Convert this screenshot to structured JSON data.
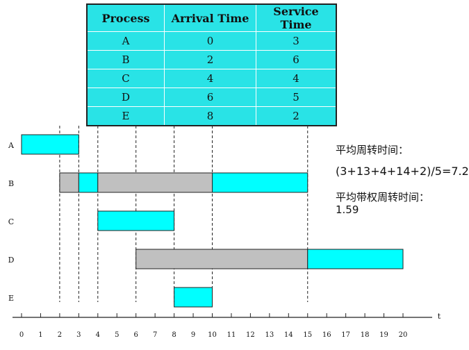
{
  "table": {
    "headers": [
      "Process",
      "Arrival Time",
      "Service Time"
    ],
    "rows": [
      [
        "A",
        "0",
        "3"
      ],
      [
        "B",
        "2",
        "6"
      ],
      [
        "C",
        "4",
        "4"
      ],
      [
        "D",
        "6",
        "5"
      ],
      [
        "E",
        "8",
        "2"
      ]
    ]
  },
  "timeline": {
    "axis_label": "t",
    "ticks": [
      "0",
      "1",
      "2",
      "3",
      "4",
      "5",
      "6",
      "7",
      "8",
      "9",
      "10",
      "11",
      "12",
      "13",
      "14",
      "15",
      "16",
      "17",
      "18",
      "19",
      "20"
    ],
    "dashed_marks": [
      2,
      3,
      4,
      6,
      8,
      10,
      15
    ]
  },
  "processes": [
    {
      "name": "A",
      "segments": [
        {
          "start": 0,
          "end": 3,
          "state": "running"
        }
      ]
    },
    {
      "name": "B",
      "segments": [
        {
          "start": 2,
          "end": 3,
          "state": "waiting"
        },
        {
          "start": 3,
          "end": 4,
          "state": "running"
        },
        {
          "start": 4,
          "end": 10,
          "state": "waiting"
        },
        {
          "start": 10,
          "end": 15,
          "state": "running"
        }
      ]
    },
    {
      "name": "C",
      "segments": [
        {
          "start": 4,
          "end": 8,
          "state": "running"
        }
      ]
    },
    {
      "name": "D",
      "segments": [
        {
          "start": 6,
          "end": 15,
          "state": "waiting"
        },
        {
          "start": 15,
          "end": 20,
          "state": "running"
        }
      ]
    },
    {
      "name": "E",
      "segments": [
        {
          "start": 8,
          "end": 10,
          "state": "running"
        }
      ]
    }
  ],
  "notes": {
    "avg_turnaround_label": "平均周转时间：",
    "avg_turnaround_formula": "(3+13+4+14+2)/5=7.2",
    "avg_weighted_label": "平均带权周转时间：",
    "avg_weighted_value": "1.59"
  },
  "colors": {
    "running": "#00ffff",
    "waiting": "#c0c0c0",
    "table_bg": "#29e3e6"
  }
}
